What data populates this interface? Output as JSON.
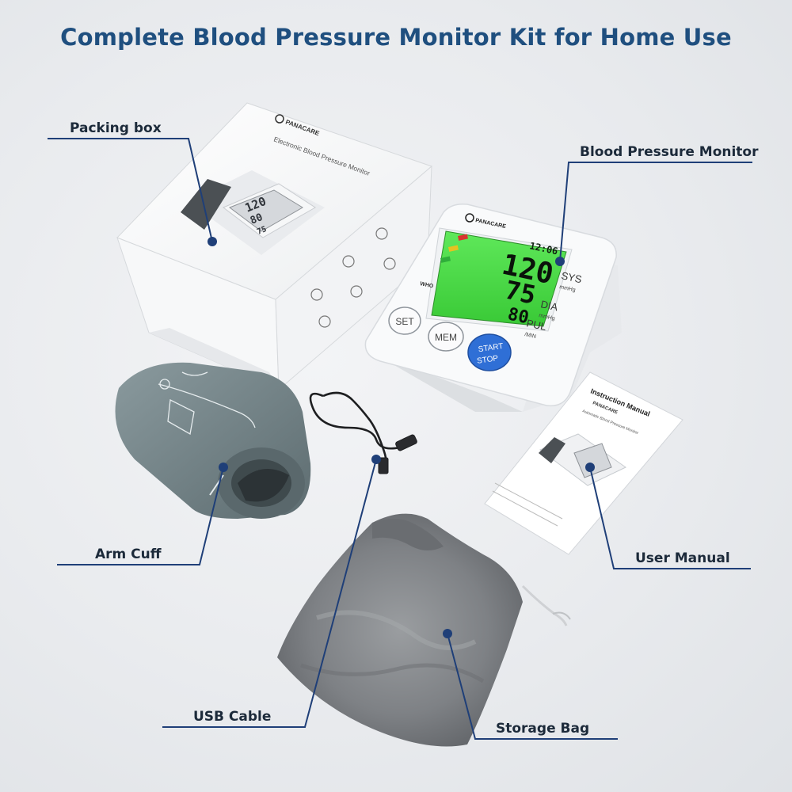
{
  "title": "Complete Blood Pressure Monitor Kit for Home Use",
  "callouts": {
    "packing_box": "Packing box",
    "monitor": "Blood Pressure Monitor",
    "arm_cuff": "Arm Cuff",
    "user_manual": "User Manual",
    "usb_cable": "USB Cable",
    "storage_bag": "Storage Bag"
  },
  "brand": "PANACARE",
  "box_caption": "Electronic Blood Pressure Monitor",
  "monitor": {
    "time": "12:06",
    "sys": "120",
    "dia": "75",
    "pul": "80",
    "sys_label": "SYS",
    "dia_label": "DIA",
    "pul_label": "PUL",
    "unit_mmhg": "mmHg",
    "unit_min": "/MIN",
    "who_label": "WHO",
    "buttons": {
      "set": "SET",
      "mem": "MEM",
      "start": "START",
      "stop": "STOP"
    }
  },
  "box_display": {
    "sys": "120",
    "dia": "80",
    "pul": "75"
  },
  "manual": {
    "title": "Instruction Manual",
    "brand": "PANACARE",
    "subtitle": "Automatic Blood Pressure Monitor"
  },
  "colors": {
    "accent": "#1f4f7f",
    "callout_line": "#1f3f78",
    "lcd_green": "#4fe04a",
    "start_button": "#2f6fd6"
  }
}
